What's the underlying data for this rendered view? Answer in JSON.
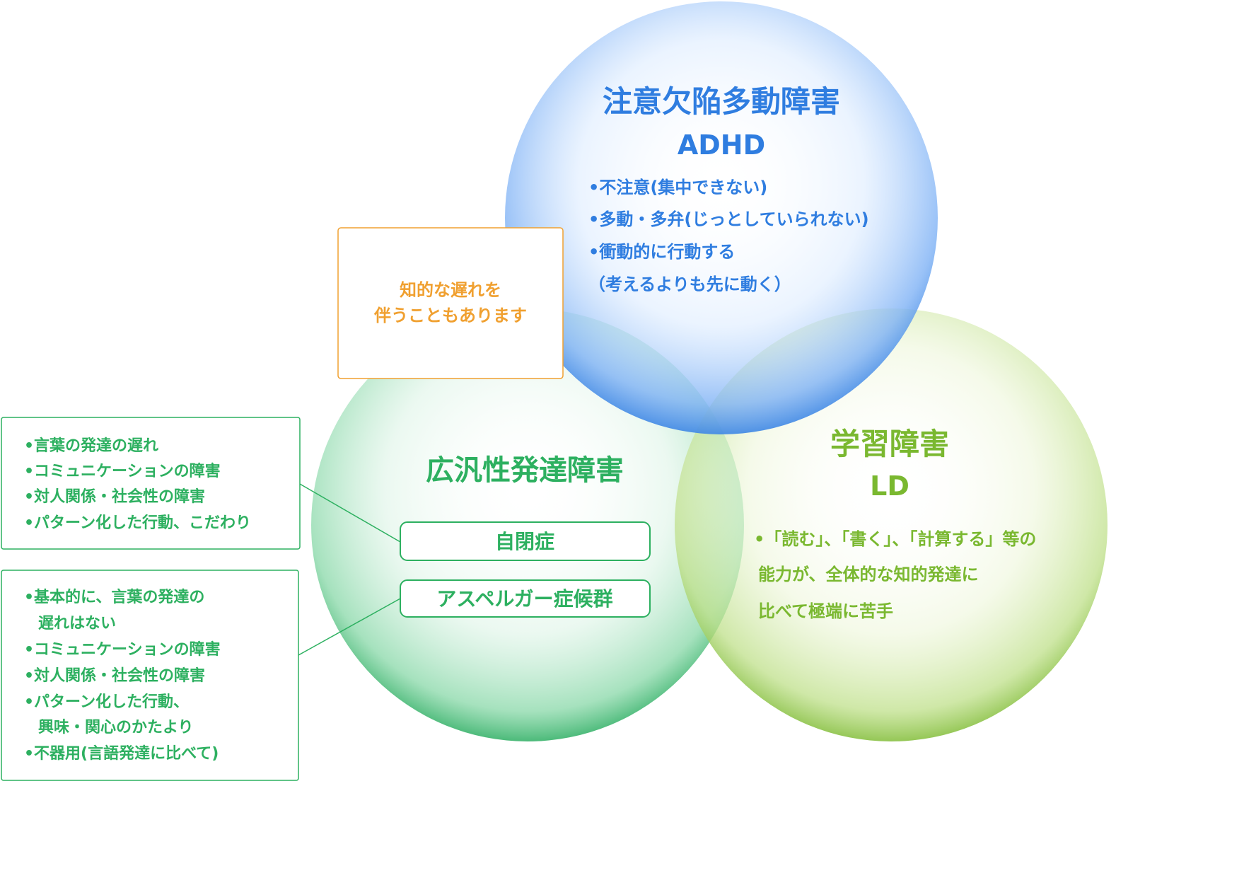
{
  "adhd": {
    "title": "注意欠陥多動障害",
    "abbr": "ADHD",
    "items": [
      "•不注意(集中できない)",
      "•多動・多弁(じっとしていられない)",
      "•衝動的に行動する",
      "（考えるよりも先に動く）"
    ]
  },
  "note": {
    "lines": [
      "知的な遅れを",
      "伴うこともあります"
    ]
  },
  "pdd": {
    "title": "広汎性発達障害",
    "autism_label": "自閉症",
    "asperger_label": "アスペルガー症候群"
  },
  "ld": {
    "title": "学習障害",
    "abbr": "LD",
    "lines": [
      "•「読む」、「書く」、「計算する」等の",
      "能力が、全体的な知的発達に",
      "比べて極端に苦手"
    ]
  },
  "autism_box": {
    "items": [
      "•言葉の発達の遅れ",
      "•コミュニケーションの障害",
      "•対人関係・社会性の障害",
      "•パターン化した行動、こだわり"
    ]
  },
  "asperger_box": {
    "items": [
      "•基本的に、言葉の発達の",
      "遅れはない",
      "•コミュニケーションの障害",
      "•対人関係・社会性の障害",
      "•パターン化した行動、",
      "興味・関心のかたより",
      "•不器用(言語発達に比べて)"
    ]
  },
  "colors": {
    "adhd": "#2f7de0",
    "note": "#f0a030",
    "pdd": "#2db060",
    "ld": "#7ab830"
  }
}
